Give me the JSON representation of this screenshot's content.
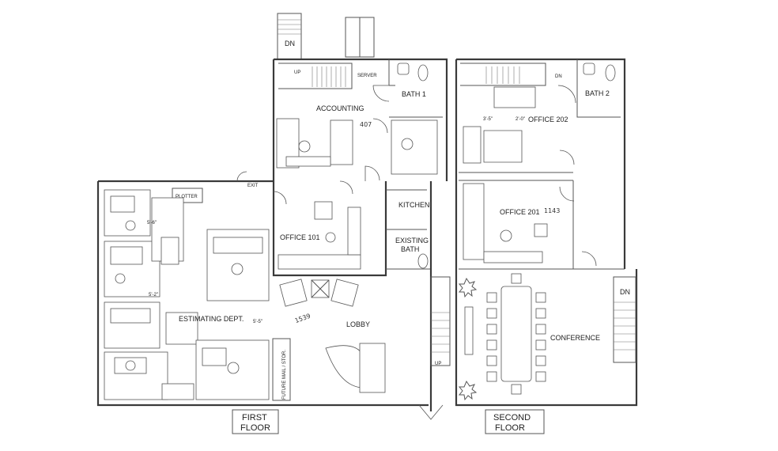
{
  "rooms": {
    "accounting": "ACCOUNTING",
    "server": "SERVER",
    "bath1": "BATH 1",
    "plotter": "PLOTTER",
    "exit": "EXIT",
    "office101": "OFFICE 101",
    "kitchen": "KITCHEN",
    "existing_bath_line1": "EXISTING",
    "existing_bath_line2": "BATH",
    "estimating": "ESTIMATING DEPT.",
    "lobby": "LOBBY",
    "future_mail": "FUTURE MAIL / STOR.",
    "office202": "OFFICE 202",
    "bath2": "BATH 2",
    "office201": "OFFICE 201",
    "conference": "CONFERENCE"
  },
  "stairs": {
    "dn_top": "DN",
    "up_first": "UP",
    "dn_second": "DN",
    "up_lower": "UP",
    "dn_conf": "DN"
  },
  "dimensions": {
    "d1": "5'-6\"",
    "d2": "5'-2\"",
    "d3": "5'-5\"",
    "d4": "3'-5\"",
    "d5": "2'-0\""
  },
  "annotations": {
    "n1": "407",
    "n2": "1539",
    "n3": "1143"
  },
  "floors": {
    "first_line1": "FIRST",
    "first_line2": "FLOOR",
    "second_line1": "SECOND",
    "second_line2": "FLOOR"
  }
}
